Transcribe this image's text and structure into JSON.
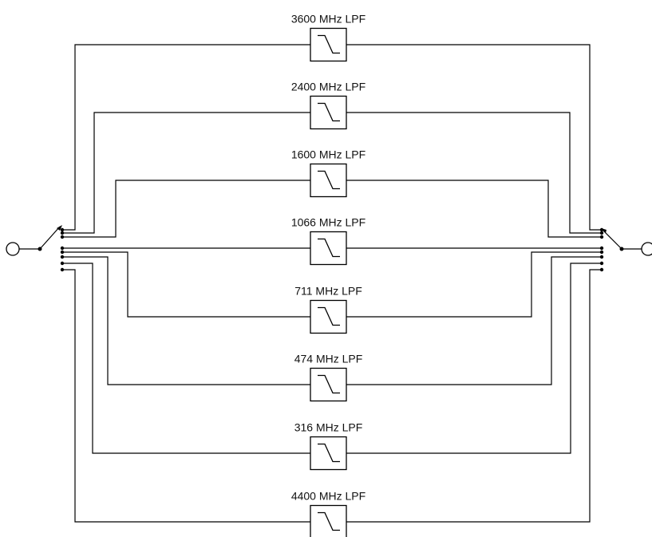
{
  "diagram": {
    "filters": [
      {
        "label": "3600 MHz LPF"
      },
      {
        "label": "2400 MHz LPF"
      },
      {
        "label": "1600 MHz LPF"
      },
      {
        "label": "1066 MHz LPF"
      },
      {
        "label": "711 MHz LPF"
      },
      {
        "label": "474 MHz LPF"
      },
      {
        "label": "316 MHz LPF"
      },
      {
        "label": "4400 MHz LPF"
      }
    ],
    "filter_icon": "low-pass-filter-icon",
    "port_icon": "port-circle-icon",
    "switch_icon": "switch-throw-icon",
    "line_color": "#000000"
  }
}
